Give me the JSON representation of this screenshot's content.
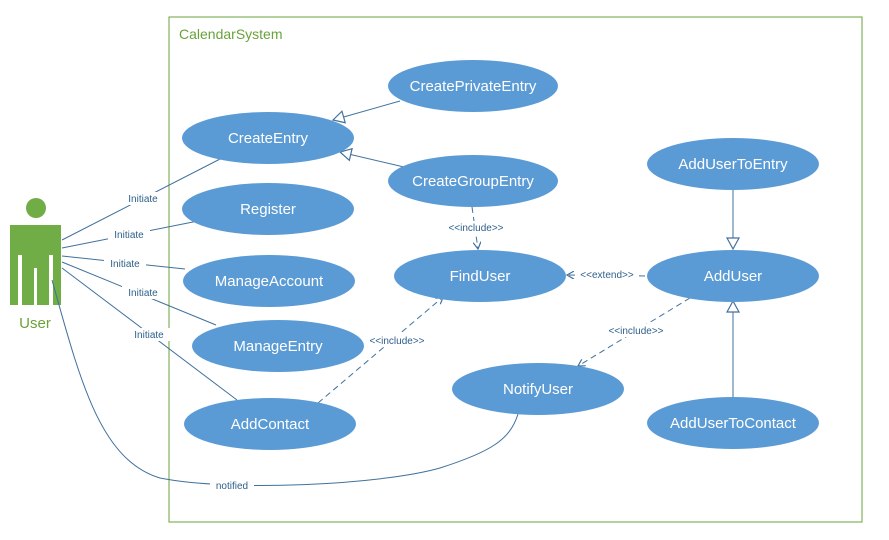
{
  "system": {
    "title": "CalendarSystem"
  },
  "actor": {
    "name": "User"
  },
  "colors": {
    "usecase_fill": "#5b9bd5",
    "line": "#41719c",
    "boundary": "#6aa23a",
    "actor": "#70ad47"
  },
  "use_cases": {
    "create_private_entry": "CreatePrivateEntry",
    "create_entry": "CreateEntry",
    "create_group_entry": "CreateGroupEntry",
    "register": "Register",
    "manage_account": "ManageAccount",
    "manage_entry": "ManageEntry",
    "add_contact": "AddContact",
    "find_user": "FindUser",
    "notify_user": "NotifyUser",
    "add_user": "AddUser",
    "add_user_to_entry": "AddUserToEntry",
    "add_user_to_contact": "AddUserToContact"
  },
  "labels": {
    "initiate": "Initiate",
    "include": "<<include>>",
    "extend": "<<extend>>",
    "notified": "notified"
  }
}
